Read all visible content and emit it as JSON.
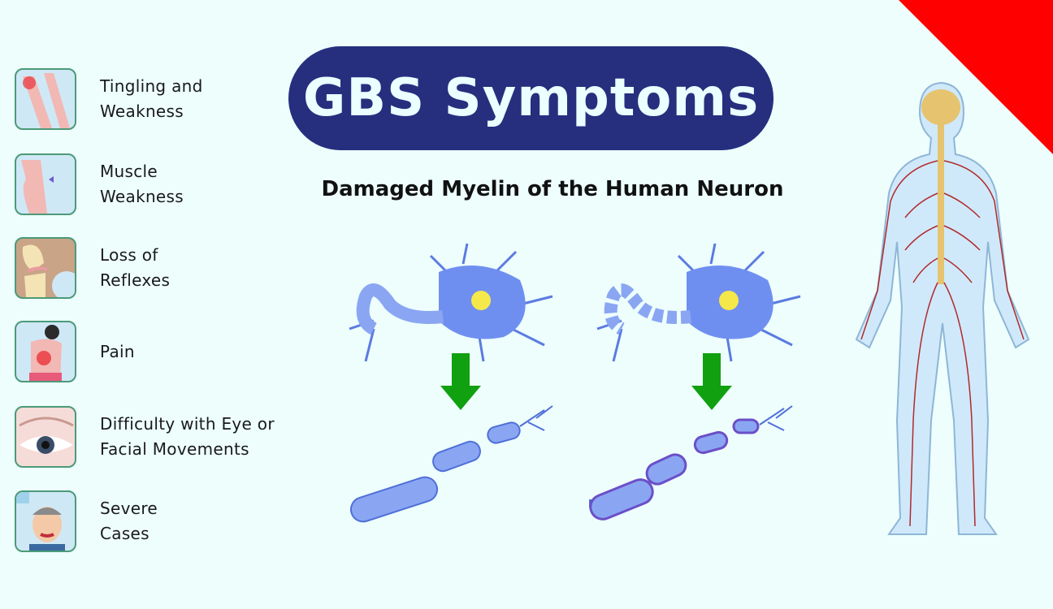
{
  "title": "GBS Symptoms",
  "subtitle": "Damaged Myelin of the Human Neuron",
  "symptoms": [
    {
      "label": "Tingling and\nWeakness",
      "icon": "tingling-legs-icon"
    },
    {
      "label": "Muscle\nWeakness",
      "icon": "muscle-weakness-icon"
    },
    {
      "label": "Loss of\nReflexes",
      "icon": "knee-joint-icon"
    },
    {
      "label": "Pain",
      "icon": "back-pain-icon"
    },
    {
      "label": "Difficulty with Eye or\nFacial Movements",
      "icon": "eye-icon"
    },
    {
      "label": "Severe\nCases",
      "icon": "sick-person-icon"
    }
  ],
  "colors": {
    "accent": "#252f7e",
    "arrow": "#10a010",
    "corner": "#ff0000",
    "neuron": "#6f8ff0"
  }
}
